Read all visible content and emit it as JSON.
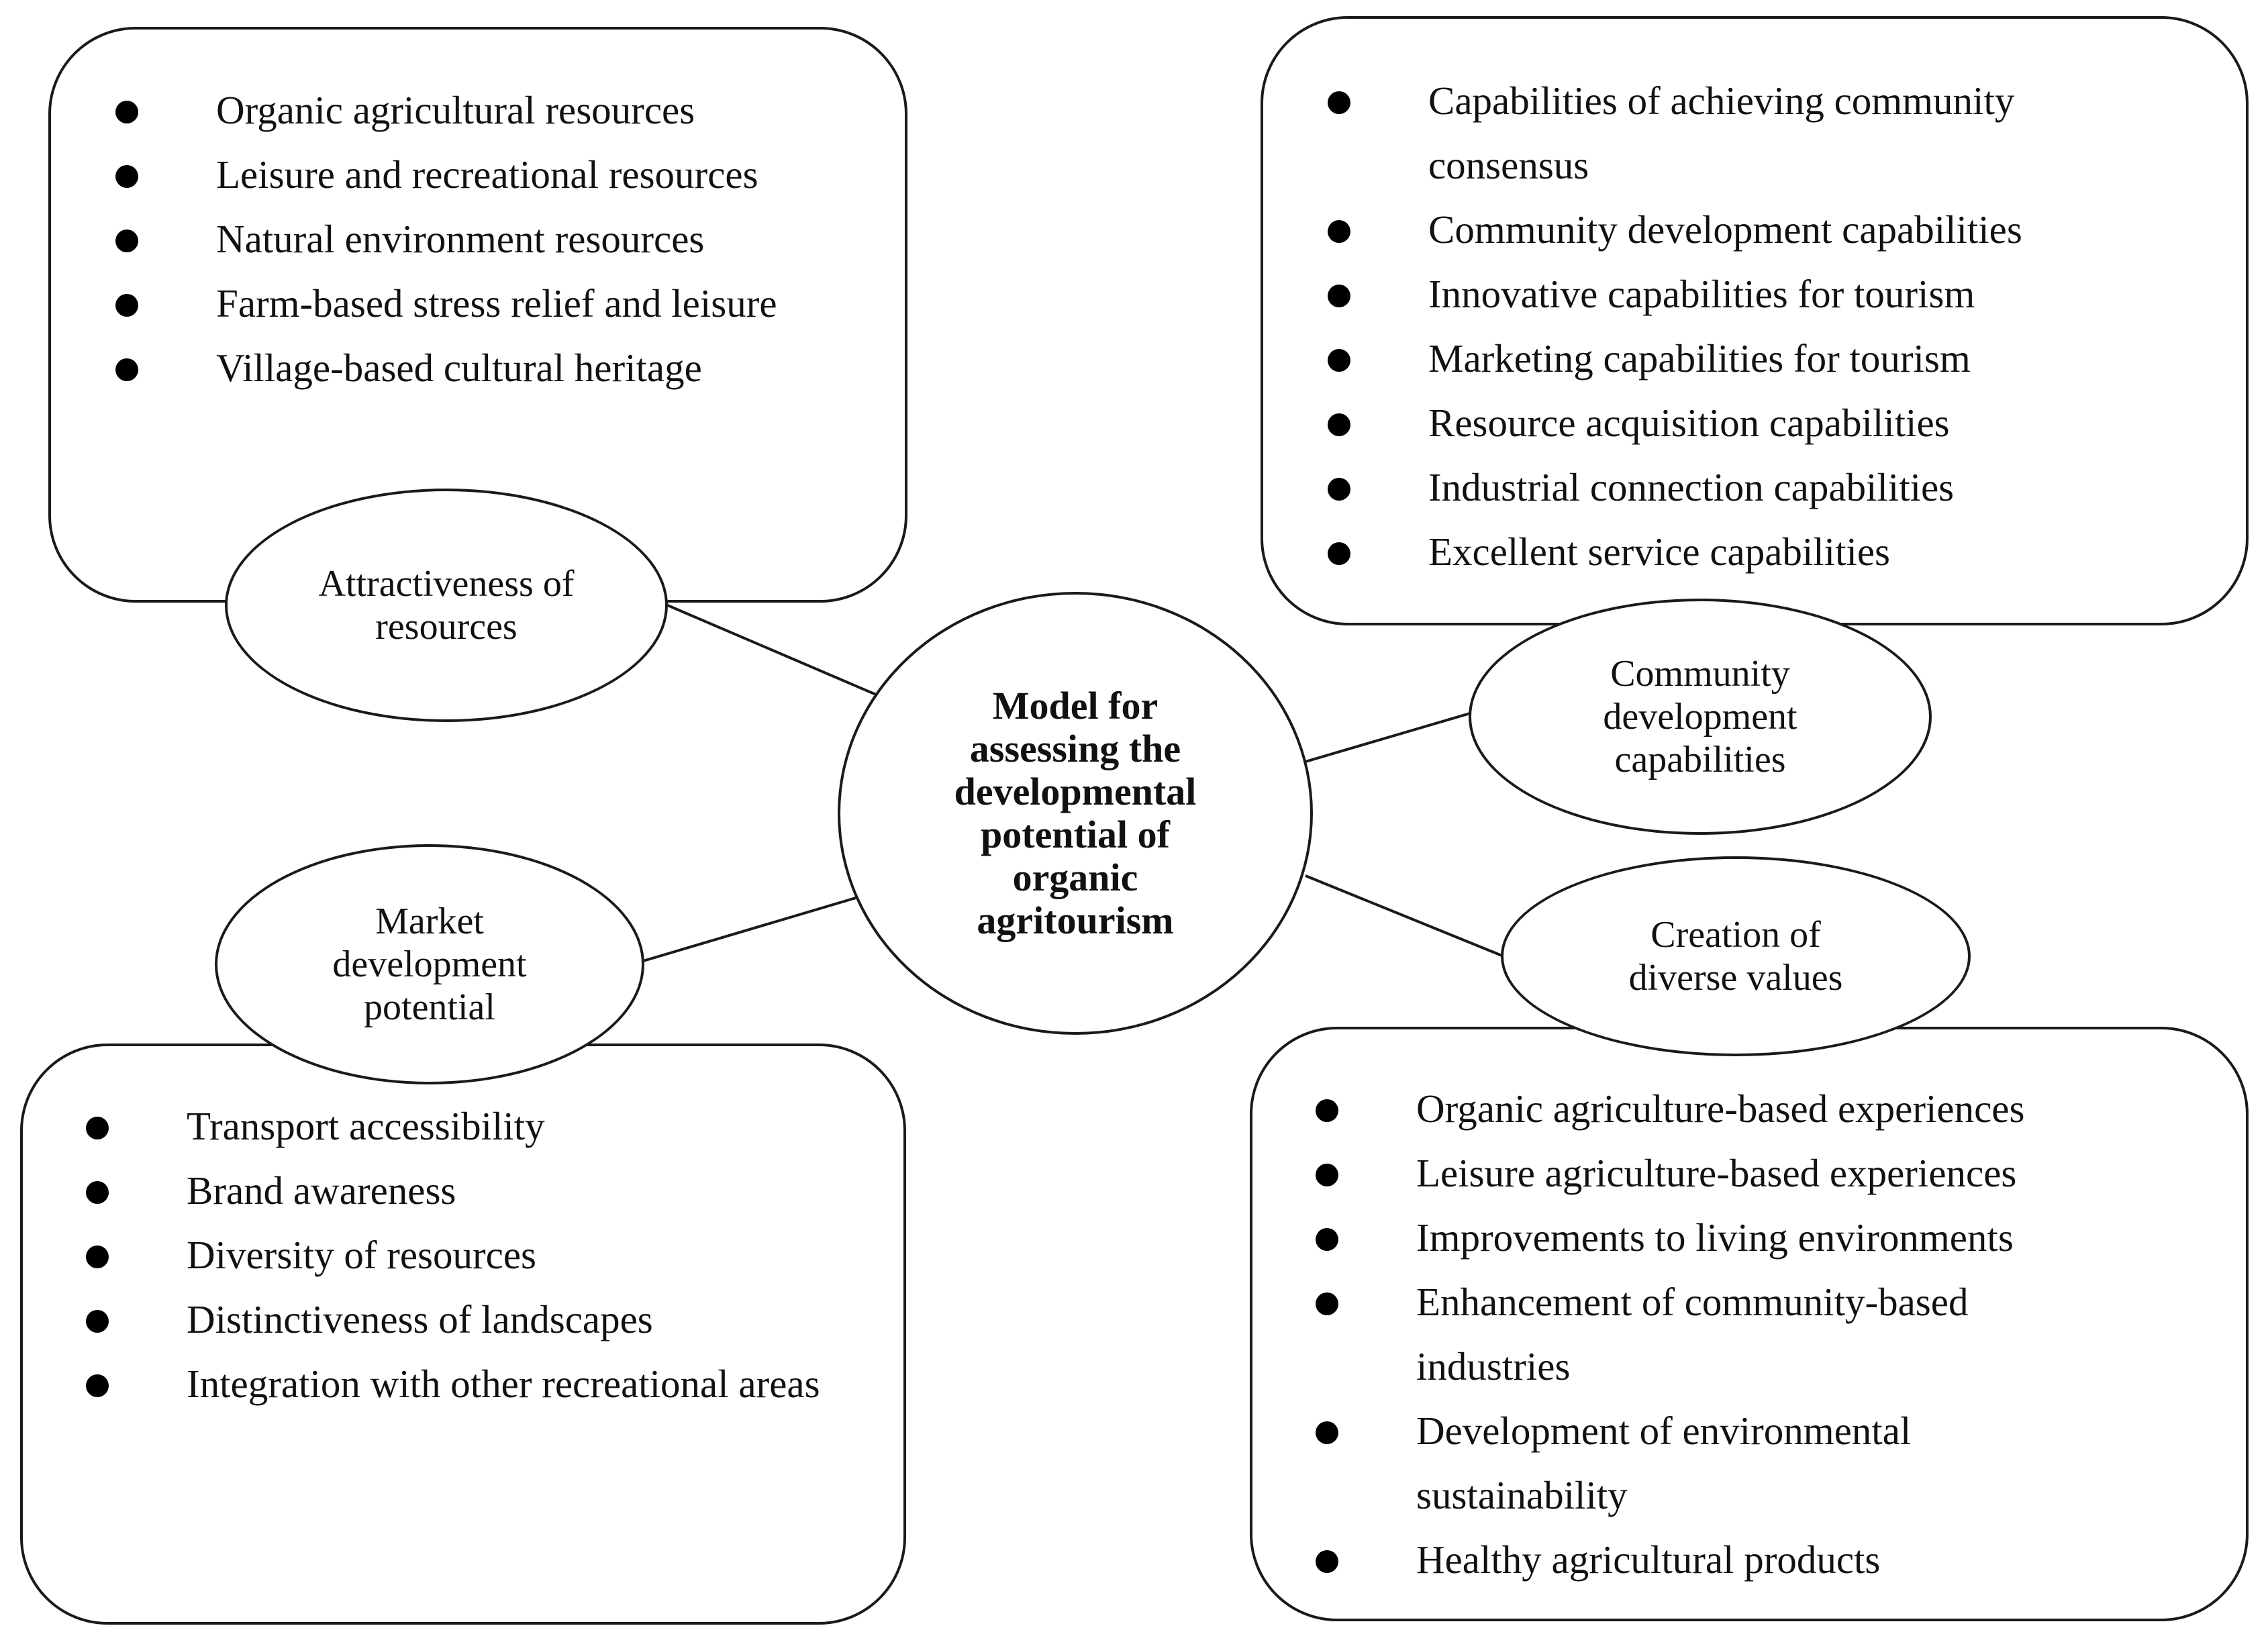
{
  "center": {
    "label": "Model for assessing the developmental potential of organic agritourism"
  },
  "nodes": {
    "resources": {
      "label": "Attractiveness of resources",
      "items": [
        "Organic agricultural resources",
        "Leisure and recreational resources",
        "Natural environment resources",
        "Farm-based stress relief and leisure",
        "Village-based cultural heritage"
      ]
    },
    "community": {
      "label": "Community development capabilities",
      "items": [
        "Capabilities of achieving community consensus",
        "Community development capabilities",
        "Innovative capabilities for tourism",
        "Marketing capabilities for tourism",
        "Resource acquisition capabilities",
        "Industrial connection capabilities",
        "Excellent service capabilities"
      ]
    },
    "market": {
      "label": "Market development potential",
      "items": [
        "Transport accessibility",
        "Brand awareness",
        "Diversity of resources",
        "Distinctiveness of landscapes",
        "Integration with other recreational areas"
      ]
    },
    "values": {
      "label": "Creation of diverse values",
      "items": [
        "Organic agriculture-based experiences",
        "Leisure agriculture-based experiences",
        "Improvements to living environments",
        "Enhancement of community-based industries",
        "Development of environmental sustainability",
        "Healthy agricultural products"
      ]
    }
  }
}
